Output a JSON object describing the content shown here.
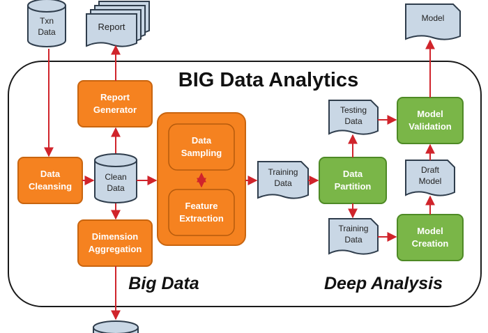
{
  "diagram": {
    "title": "BIG Data Analytics",
    "sections": {
      "big_data": "Big Data",
      "deep_analysis": "Deep Analysis"
    },
    "nodes": {
      "txn_data": "Txn\nData",
      "report": "Report",
      "report_generator": "Report\nGenerator",
      "data_cleansing": "Data\nCleansing",
      "clean_data": "Clean\nData",
      "dimension_aggregation": "Dimension\nAggregation",
      "data_sampling": "Data\nSampling",
      "feature_extraction": "Feature\nExtraction",
      "training_data_mid": "Training\nData",
      "data_partition": "Data\nPartition",
      "testing_data": "Testing\nData",
      "training_data_low": "Training\nData",
      "model_validation": "Model\nValidation",
      "draft_model": "Draft\nModel",
      "model_creation": "Model\nCreation",
      "model": "Model"
    },
    "colors": {
      "process_orange": "#F58220",
      "process_orange_border": "#C9650F",
      "process_green": "#7AB648",
      "process_green_border": "#4E8A25",
      "data_store": "#C9D7E5",
      "data_store_border": "#2F3D4C",
      "arrow": "#D0242B",
      "frame": "#1A1A1A"
    }
  }
}
